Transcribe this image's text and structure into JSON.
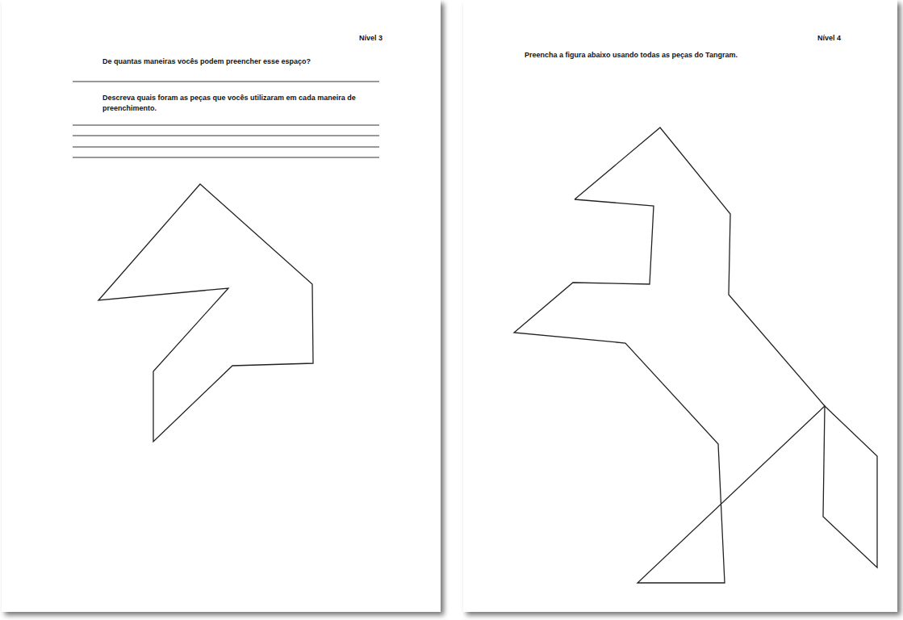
{
  "diagram": {
    "labels": [
      "Nível 3",
      "De quantas maneiras vocês podem preencher esse espaço?",
      "Descreva quais foram as peças que vocês utilizaram em cada maneira de preenchimento.",
      "Nível 4",
      "Preencha a figura abaixo usando todas as peças do Tangram."
    ]
  }
}
